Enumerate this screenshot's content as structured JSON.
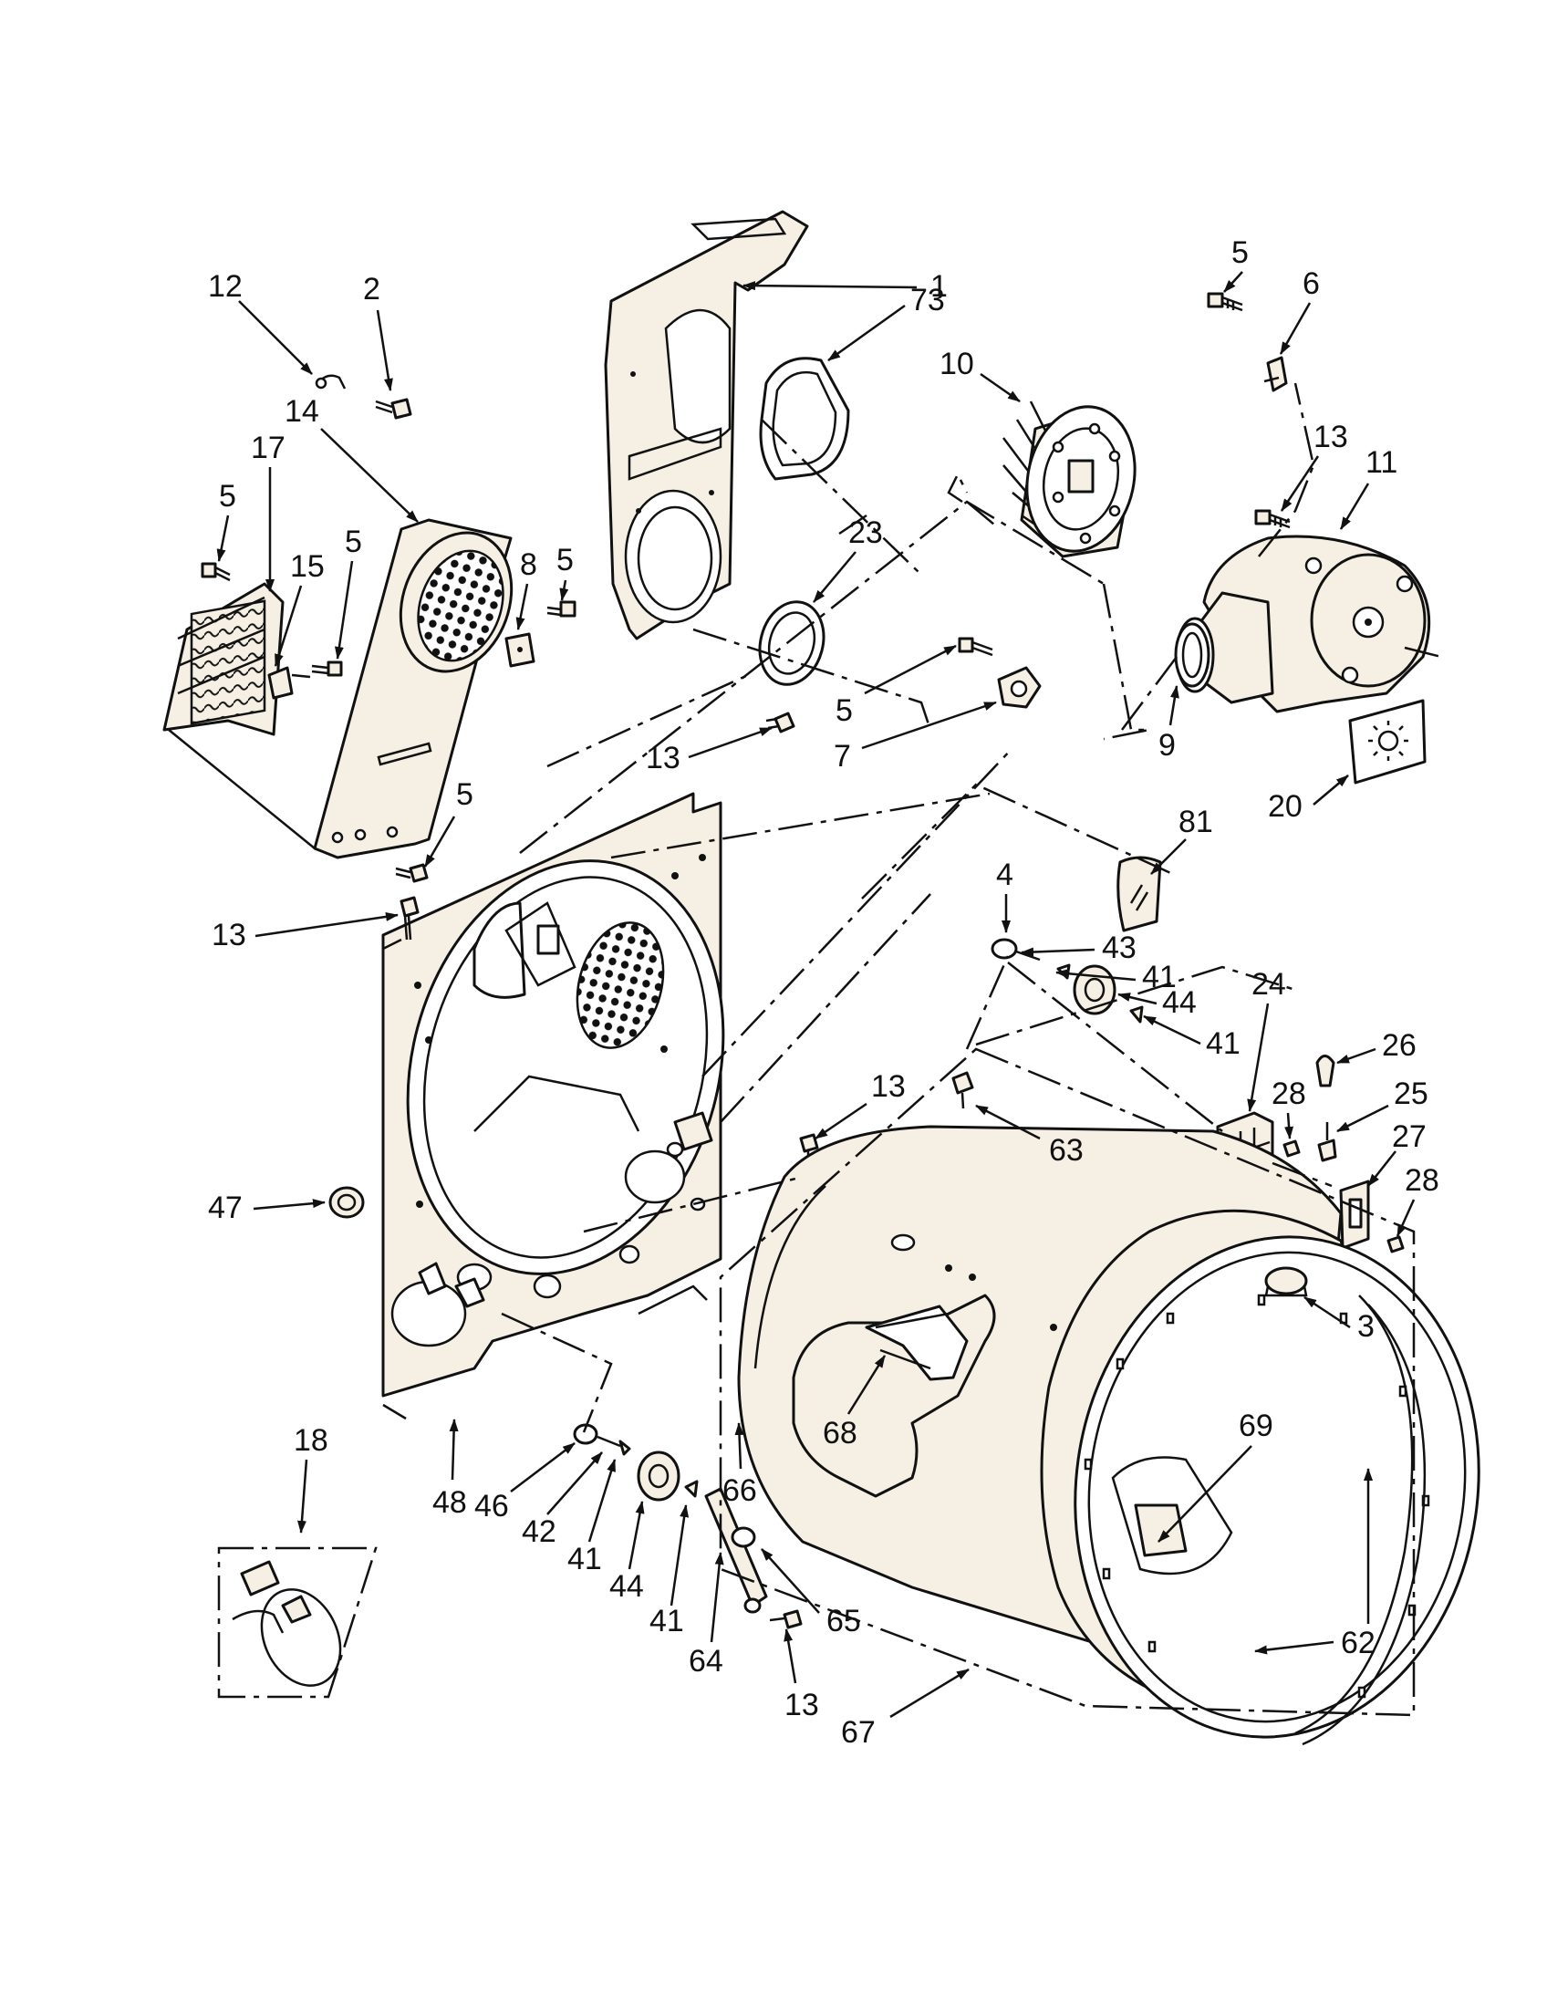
{
  "diagram": {
    "type": "exploded-parts-diagram",
    "callouts": [
      "1",
      "2",
      "3",
      "4",
      "5",
      "6",
      "7",
      "8",
      "9",
      "10",
      "11",
      "12",
      "13",
      "14",
      "15",
      "17",
      "18",
      "20",
      "23",
      "24",
      "25",
      "26",
      "27",
      "28",
      "41",
      "42",
      "43",
      "44",
      "46",
      "47",
      "48",
      "62",
      "63",
      "64",
      "65",
      "66",
      "67",
      "68",
      "69",
      "73",
      "81"
    ]
  }
}
